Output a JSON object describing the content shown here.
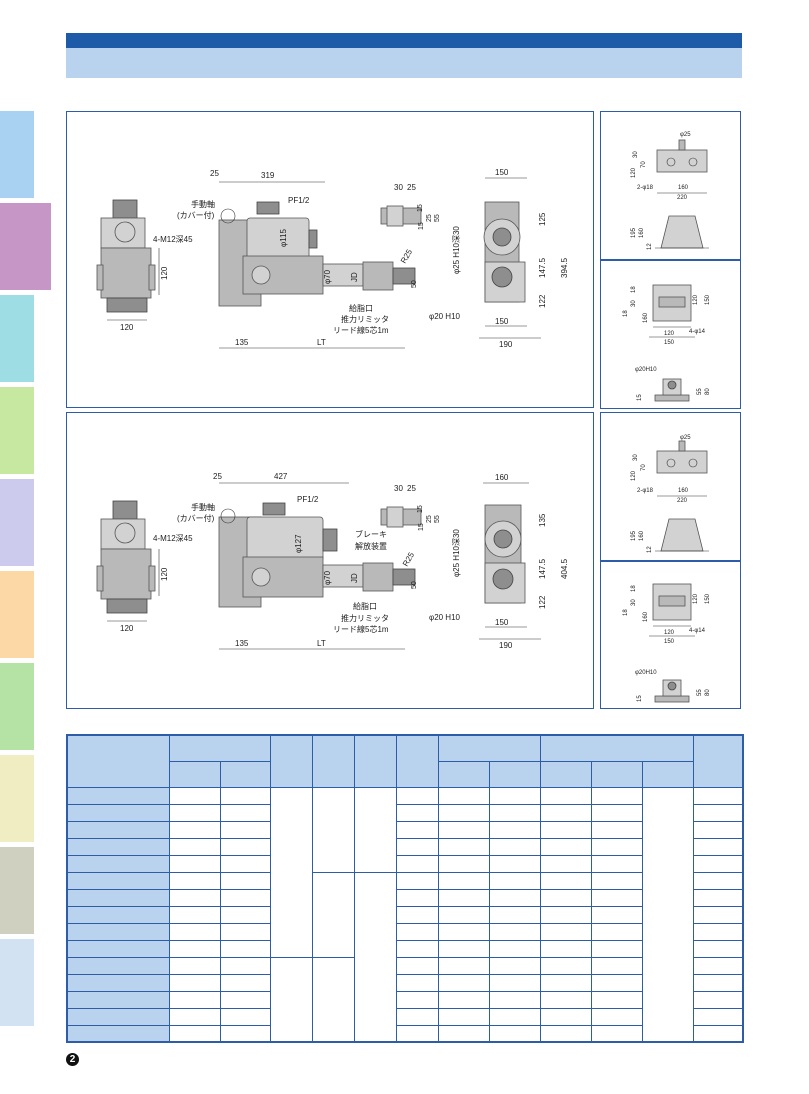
{
  "page": {
    "number": "2"
  },
  "colors": {
    "header_bar": "#1d5aa8",
    "subheader_bar": "#b9d3ee",
    "panel_border": "#2c5da6",
    "side_tabs": [
      "#a9d2f2",
      "#c696c6",
      "#9fdde4",
      "#c6e8a0",
      "#cccbee",
      "#fdd8a7",
      "#b5e3a6",
      "#f1edc2",
      "#d0d0c0",
      "#d2e2f2"
    ]
  },
  "drawing1": {
    "dims": {
      "d25": "25",
      "d319": "319",
      "d120_side": "120",
      "d120_bottom": "120",
      "d135": "135",
      "lt": "LT",
      "d30": "30",
      "d25b": "25",
      "d15": "15",
      "d25c": "25",
      "d55": "55",
      "d15b": "15",
      "d150_top": "150",
      "d125": "125",
      "d147": "147.5",
      "d394": "394.5",
      "d122": "122",
      "d150_bot": "150",
      "d190": "190",
      "d50": "50"
    },
    "labels": {
      "manual_shaft": "手動軸",
      "cover": "(カバー付)",
      "tap": "4-M12深45",
      "pf": "PF1/2",
      "phi115": "φ115",
      "phi70": "φ70",
      "jd": "JD",
      "r25": "R25",
      "grease": "給脂口",
      "limiter": "推力リミッタ",
      "lead": "リード線5芯1m",
      "hole": "φ20 H10",
      "bore": "φ25 H10深30"
    }
  },
  "drawing2": {
    "dims": {
      "d25": "25",
      "d427": "427",
      "d120_side": "120",
      "d120_bottom": "120",
      "d135": "135",
      "lt": "LT",
      "d30": "30",
      "d25b": "25",
      "d15": "15",
      "d25c": "25",
      "d55": "55",
      "d15b": "15",
      "d160_top": "160",
      "d135b": "135",
      "d147": "147.5",
      "d404": "404.5",
      "d122": "122",
      "d150_bot": "150",
      "d190": "190",
      "d50": "50"
    },
    "labels": {
      "manual_shaft": "手動軸",
      "cover": "(カバー付)",
      "tap": "4-M12深45",
      "pf": "PF1/2",
      "phi127": "φ127",
      "phi70": "φ70",
      "jd": "JD",
      "r25": "R25",
      "brake1": "ブレーキ",
      "brake2": "解放装置",
      "grease": "給脂口",
      "limiter": "推力リミッタ",
      "lead": "リード線5芯1m",
      "hole": "φ20 H10",
      "bore": "φ25 H10深30"
    }
  },
  "bracket_a": {
    "phi25": "φ25",
    "d30": "30",
    "d70": "70",
    "d120": "120",
    "holes": "2-φ18",
    "d160": "160",
    "d220": "220",
    "d195": "195",
    "d160b": "160",
    "d12": "12"
  },
  "bracket_b": {
    "d18": "18",
    "d30": "30",
    "d18b": "18",
    "d120": "120",
    "d150": "150",
    "d160": "160",
    "d120b": "120",
    "holes": "4-φ14",
    "d150b": "150",
    "hole": "φ20H10",
    "d55": "55",
    "d80": "80",
    "d15": "15"
  },
  "bracket_c": {
    "phi25": "φ25",
    "d30": "30",
    "d70": "70",
    "d120": "120",
    "holes": "2-φ18",
    "d160": "160",
    "d220": "220",
    "d195": "195",
    "d160b": "160",
    "d12": "12"
  },
  "bracket_d": {
    "d18": "18",
    "d30": "30",
    "d18b": "18",
    "d120": "120",
    "d150": "150",
    "d160": "160",
    "d120b": "120",
    "holes": "4-φ14",
    "d150b": "150",
    "hole": "φ20H10",
    "d55": "55",
    "d80": "80",
    "d15": "15"
  }
}
